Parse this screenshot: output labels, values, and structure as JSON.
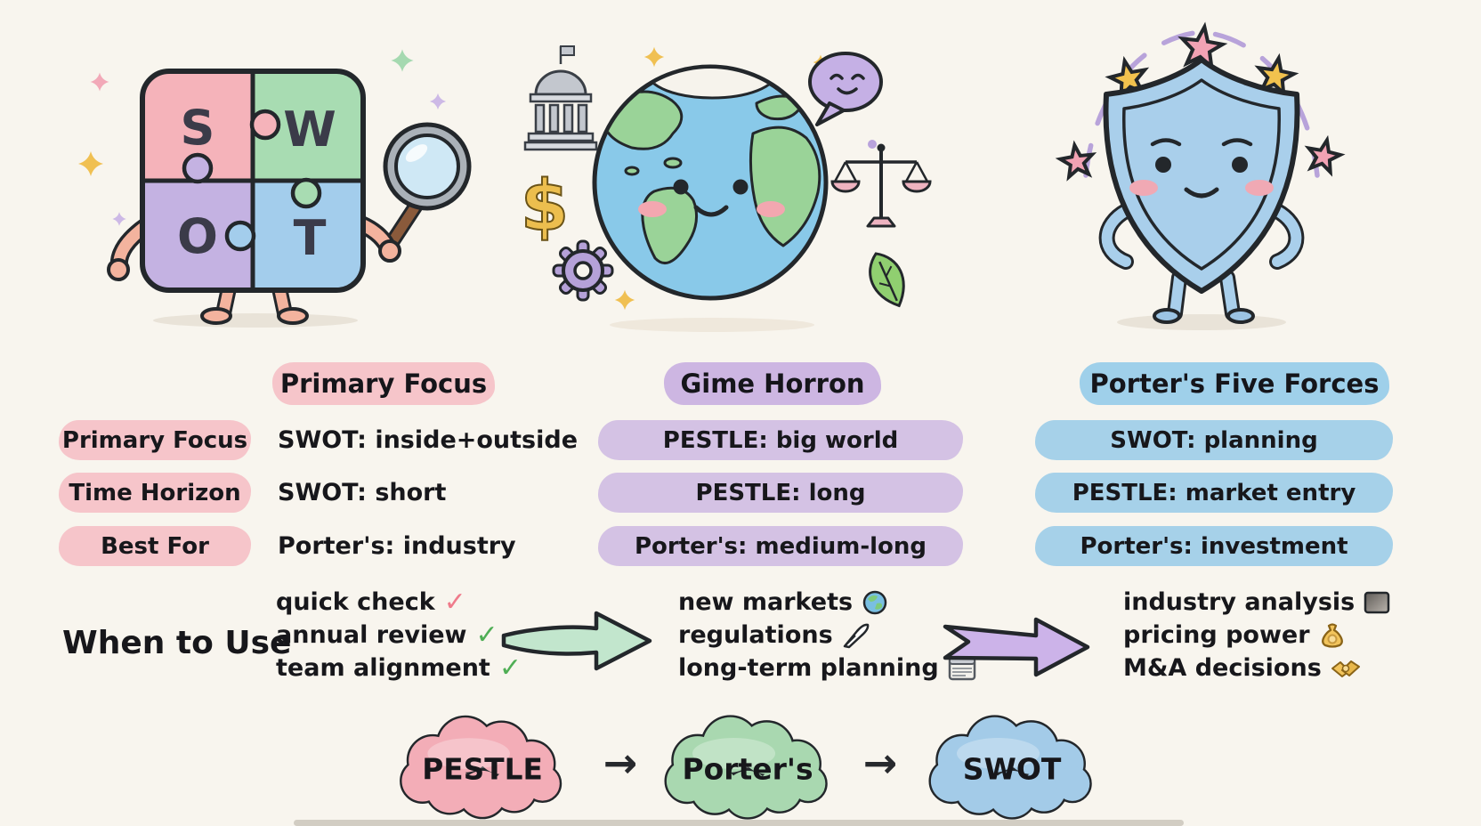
{
  "background_color": "#f8f5ee",
  "outline_color": "#23272b",
  "characters": {
    "puzzle": {
      "description": "SWOT puzzle mascot with magnifying glass",
      "letters": [
        "S",
        "W",
        "O",
        "T"
      ],
      "piece_colors": [
        "#f5b3ba",
        "#a8dcb2",
        "#c4b2e2",
        "#a3cdec"
      ]
    },
    "globe": {
      "description": "smiling globe mascot surrounded by PESTLE icons",
      "dollar_sign": "$",
      "icon_names": [
        "bank-icon",
        "dollar-icon",
        "gear-icon",
        "speech-bubble-icon",
        "scales-icon",
        "leaf-icon",
        "sparkle-icon"
      ]
    },
    "shield": {
      "description": "smiling shield mascot with five stars",
      "star_count": 5
    }
  },
  "table": {
    "row_labels": [
      "Primary Focus",
      "Time Horizon",
      "Best For"
    ],
    "columns": [
      {
        "header": "Primary Focus",
        "accent": "#f6c5ca",
        "values": [
          "SWOT: inside+outside",
          "SWOT: short",
          "Porter's: industry"
        ]
      },
      {
        "header": "Gime Horron",
        "accent": "#d4c2e4",
        "values": [
          "PESTLE: big world",
          "PESTLE: long",
          "Porter's: medium-long"
        ]
      },
      {
        "header": "Porter's Five Forces",
        "accent": "#a6d1e9",
        "values": [
          "SWOT: planning",
          "PESTLE: market entry",
          "Porter's: investment"
        ]
      }
    ]
  },
  "when_to_use": {
    "label": "When to Use",
    "swot_items": [
      {
        "text": "quick check",
        "check": "✓",
        "check_color": "#ef7b8b"
      },
      {
        "text": "annual review",
        "check": "✓",
        "check_color": "#4fae55"
      },
      {
        "text": "team alignment",
        "check": "✓",
        "check_color": "#4fae55"
      }
    ],
    "pestle_items": [
      {
        "text": "new markets",
        "icon": "globe-icon"
      },
      {
        "text": "regulations",
        "icon": "quill-icon"
      },
      {
        "text": "long-term planning",
        "icon": "notepad-icon"
      }
    ],
    "porters_items": [
      {
        "text": "industry analysis",
        "icon": "gray-square-icon"
      },
      {
        "text": "pricing power",
        "icon": "money-bag-icon"
      },
      {
        "text": "M&A decisions",
        "icon": "handshake-icon"
      }
    ],
    "arrows": [
      {
        "direction": "right",
        "color": "#c2e6cd"
      },
      {
        "direction": "right",
        "color": "#ccb3e9"
      }
    ]
  },
  "flow": {
    "steps": [
      "PESTLE",
      "Porter's",
      "SWOT"
    ],
    "step_colors": [
      "#f3adb7",
      "#a9d8b0",
      "#a3cbe8"
    ],
    "arrow_glyph": "→"
  }
}
